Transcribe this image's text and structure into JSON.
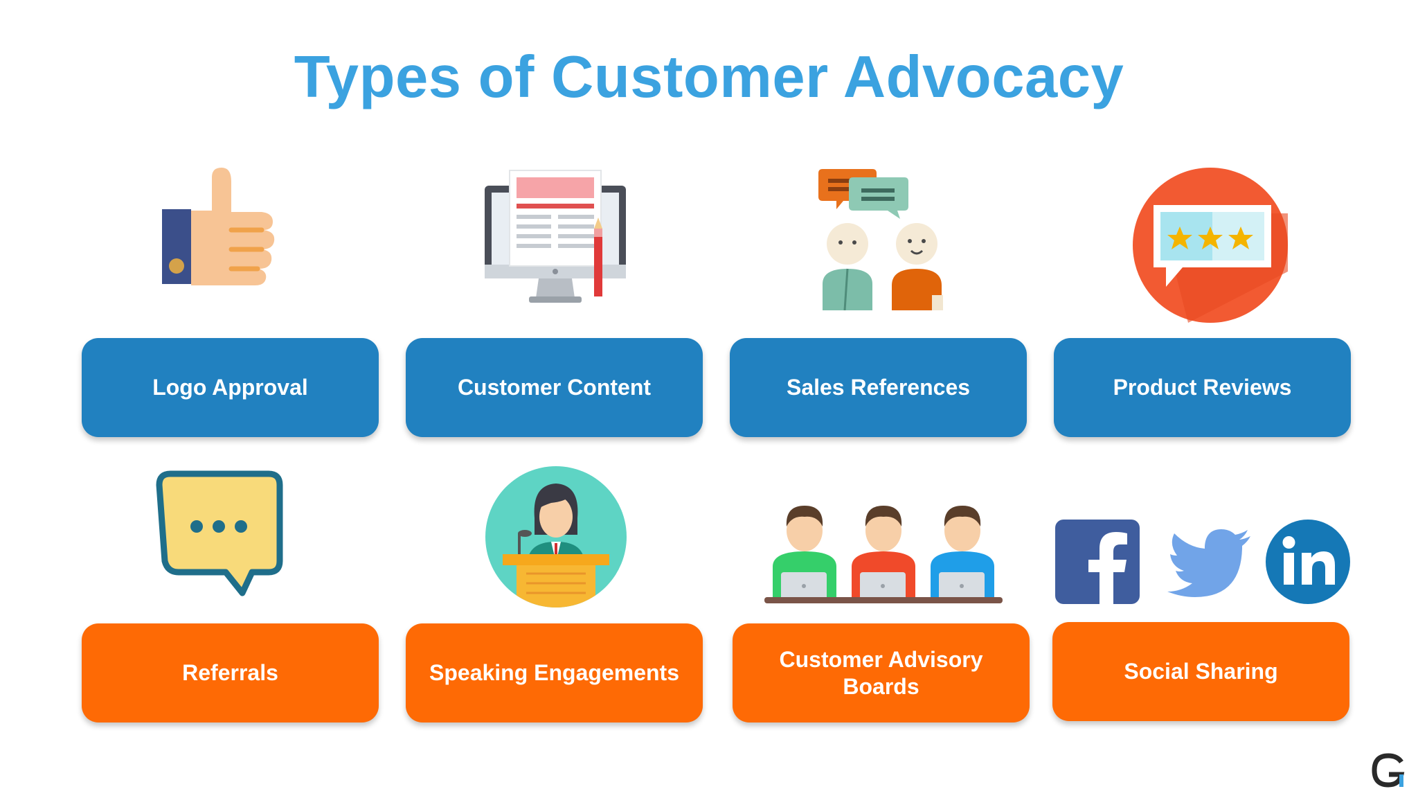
{
  "title": "Types of Customer Advocacy",
  "colors": {
    "title": "#3ba2e0",
    "top_row": "#2181c0",
    "bottom_row": "#fe6a05"
  },
  "top_row": [
    {
      "label": "Logo Approval",
      "icon": "thumbs-up-icon"
    },
    {
      "label": "Customer Content",
      "icon": "monitor-document-icon"
    },
    {
      "label": "Sales References",
      "icon": "people-conversation-icon"
    },
    {
      "label": "Product Reviews",
      "icon": "star-review-icon"
    }
  ],
  "bottom_row": [
    {
      "label": "Referrals",
      "icon": "speech-bubble-icon"
    },
    {
      "label": "Speaking Engagements",
      "icon": "speaker-podium-icon"
    },
    {
      "label": "Customer Advisory Boards",
      "icon": "people-laptops-icon"
    },
    {
      "label": "Social Sharing",
      "icons": [
        "facebook-icon",
        "twitter-icon",
        "linkedin-icon"
      ]
    }
  ],
  "brand": {
    "icon": "g-logo-icon"
  }
}
